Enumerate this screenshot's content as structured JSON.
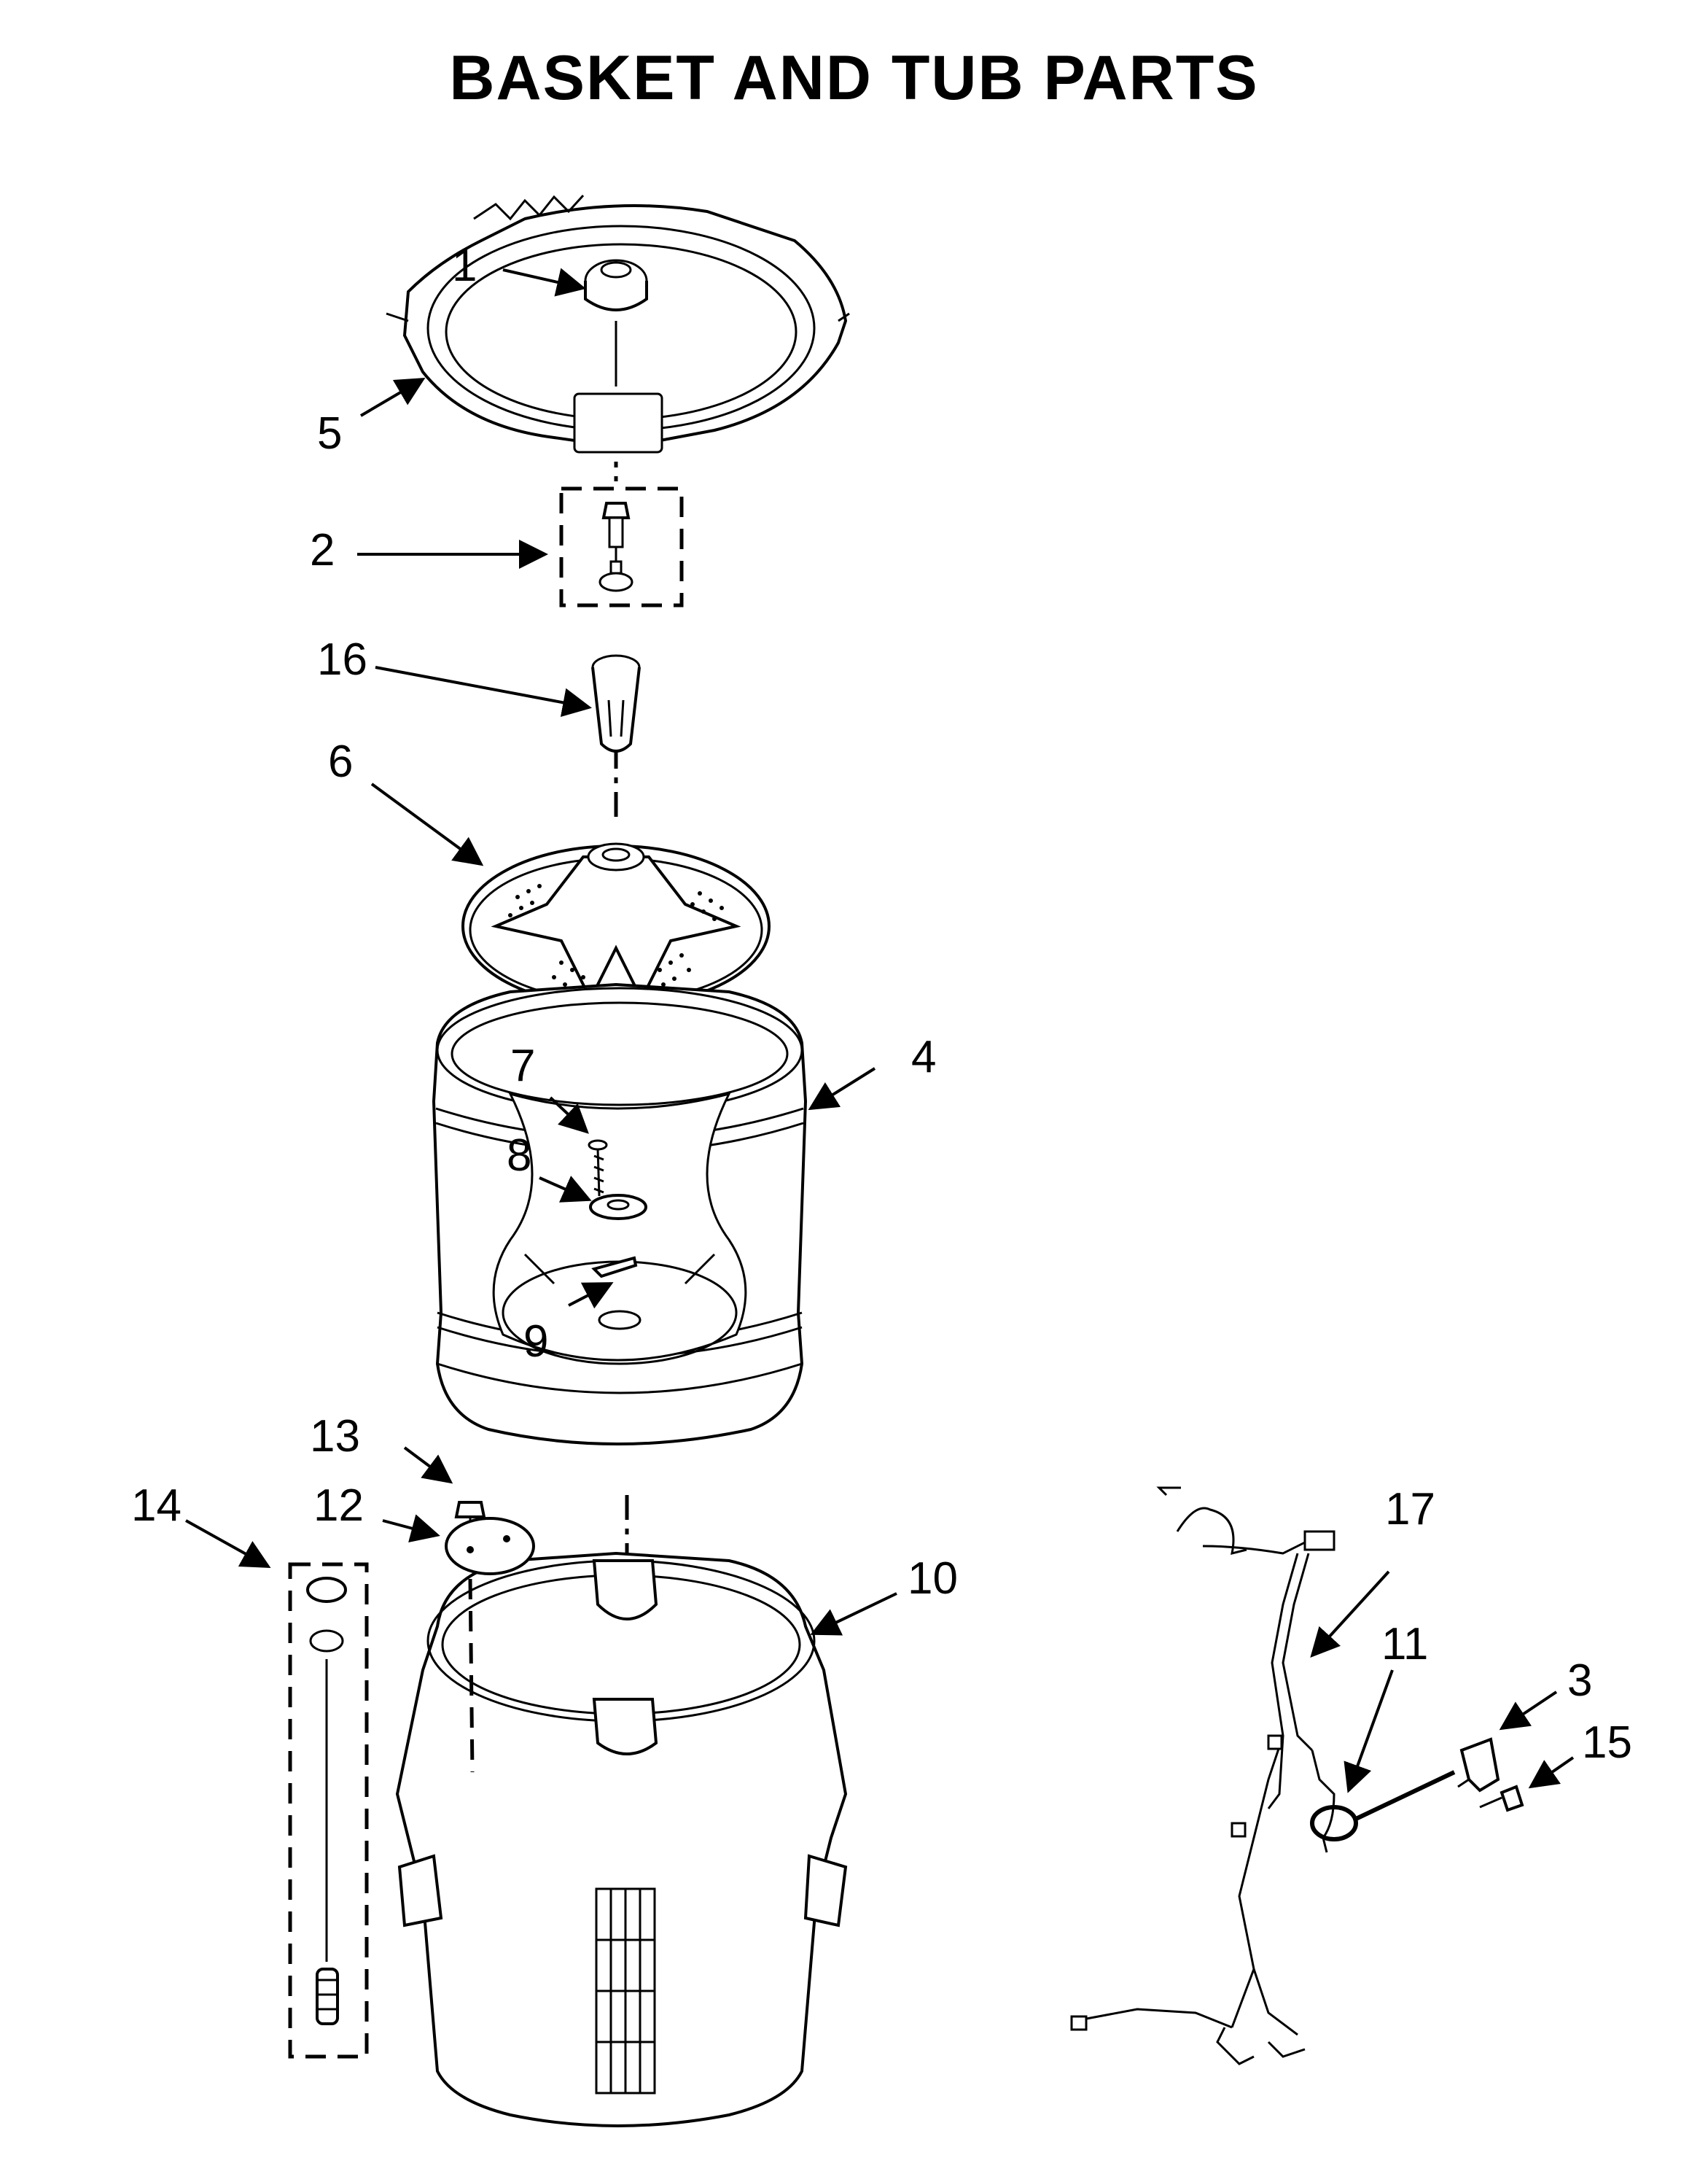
{
  "title": "BASKET AND TUB PARTS",
  "callouts": [
    {
      "id": "1",
      "label": "1"
    },
    {
      "id": "2",
      "label": "2"
    },
    {
      "id": "3",
      "label": "3"
    },
    {
      "id": "4",
      "label": "4"
    },
    {
      "id": "5",
      "label": "5"
    },
    {
      "id": "6",
      "label": "6"
    },
    {
      "id": "7",
      "label": "7"
    },
    {
      "id": "8",
      "label": "8"
    },
    {
      "id": "9",
      "label": "9"
    },
    {
      "id": "10",
      "label": "10"
    },
    {
      "id": "11",
      "label": "11"
    },
    {
      "id": "12",
      "label": "12"
    },
    {
      "id": "13",
      "label": "13"
    },
    {
      "id": "14",
      "label": "14"
    },
    {
      "id": "15",
      "label": "15"
    },
    {
      "id": "16",
      "label": "16"
    },
    {
      "id": "17",
      "label": "17"
    }
  ]
}
